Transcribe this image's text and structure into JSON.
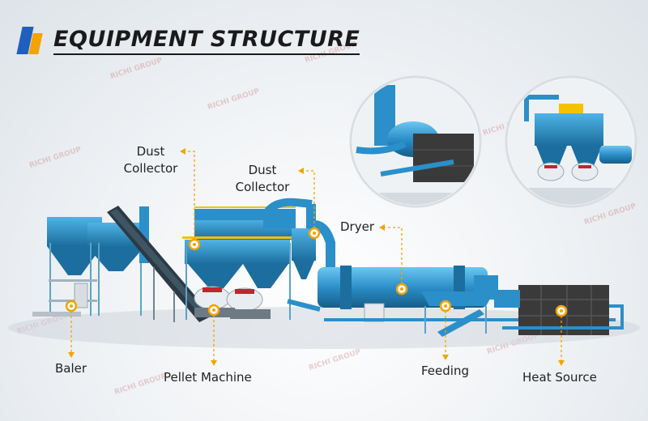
{
  "header": {
    "title": "EQUIPMENT STRUCTURE"
  },
  "watermark": {
    "text": "RICHI GROUP"
  },
  "labels": {
    "dust_collector_1": "Dust Collector",
    "dust_collector_2": "Dust Collector",
    "dryer": "Dryer",
    "baler": "Baler",
    "pellet_machine": "Pellet Machine",
    "feeding": "Feeding",
    "heat_source": "Heat Source"
  },
  "colors": {
    "accent_orange": "#f5a300",
    "brand_blue": "#1f5fbf",
    "machine_blue": "#2b8fc9",
    "machine_dark": "#1c6e9e",
    "heat_box": "#3a3a3a"
  }
}
